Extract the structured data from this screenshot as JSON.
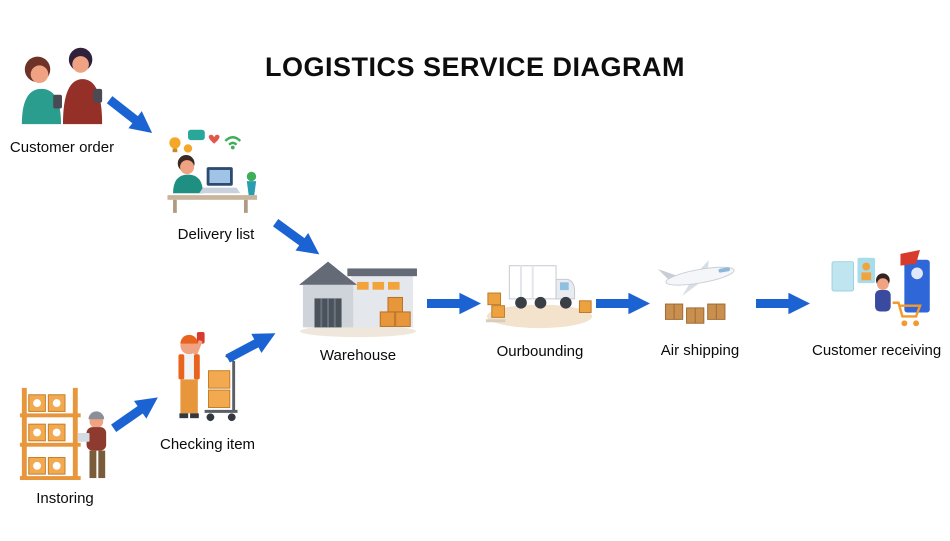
{
  "title": "LOGISTICS SERVICE DIAGRAM",
  "colors": {
    "arrow": "#1b63d2",
    "title": "#0d0d0d"
  },
  "nodes": {
    "customer_order": {
      "label": "Customer order"
    },
    "delivery_list": {
      "label": "Delivery list"
    },
    "warehouse": {
      "label": "Warehouse"
    },
    "ourbounding": {
      "label": "Ourbounding"
    },
    "air_shipping": {
      "label": "Air shipping"
    },
    "customer_receiving": {
      "label": "Customer receiving"
    },
    "instoring": {
      "label": "Instoring"
    },
    "checking_item": {
      "label": "Checking item"
    }
  },
  "edges": [
    {
      "from": "Customer order",
      "to": "Delivery list"
    },
    {
      "from": "Delivery list",
      "to": "Warehouse"
    },
    {
      "from": "Warehouse",
      "to": "Ourbounding"
    },
    {
      "from": "Ourbounding",
      "to": "Air shipping"
    },
    {
      "from": "Air shipping",
      "to": "Customer receiving"
    },
    {
      "from": "Instoring",
      "to": "Checking item"
    },
    {
      "from": "Checking item",
      "to": "Warehouse"
    }
  ]
}
